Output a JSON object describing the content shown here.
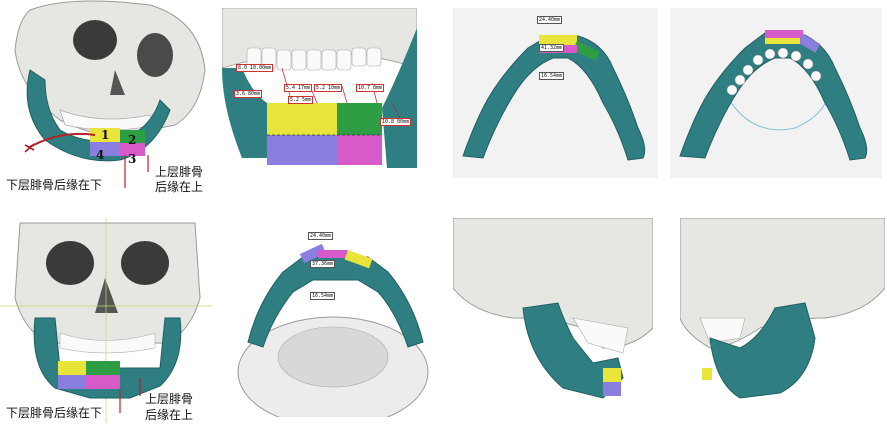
{
  "colors": {
    "bone": "#e6e6e3",
    "bone_shade": "#9a9a98",
    "teal": "#2f7f82",
    "teal_dark": "#205f62",
    "seg_yellow": "#e8e43a",
    "seg_green": "#2e9e45",
    "seg_purple": "#8a7fe0",
    "seg_magenta": "#d65ac8",
    "label_red": "#b2222a",
    "panel_bg_grey": "#f1f2f1"
  },
  "panel_a": {
    "segments": [
      "1",
      "2",
      "3",
      "4"
    ],
    "caption_lower": "下层腓骨后缘在下",
    "caption_upper_1": "上层腓骨",
    "caption_upper_2": "后缘在上"
  },
  "panel_b": {
    "tags": [
      "8.0 10.00mm",
      "3.6 80mm",
      "5.4 17mm",
      "5.2 10mm",
      "10.7 8mm",
      "5.2 5mm",
      "10.8 00mm"
    ]
  },
  "panel_c": {
    "tags": [
      "24.40mm",
      "41.32mm",
      "16.54mm"
    ]
  },
  "panel_e": {
    "caption_lower": "下层腓骨后缘在下",
    "caption_upper_1": "上层腓骨",
    "caption_upper_2": "后缘在上"
  },
  "panel_f": {
    "tags": [
      "24.40mm",
      "37.36mm",
      "16.54mm"
    ]
  }
}
